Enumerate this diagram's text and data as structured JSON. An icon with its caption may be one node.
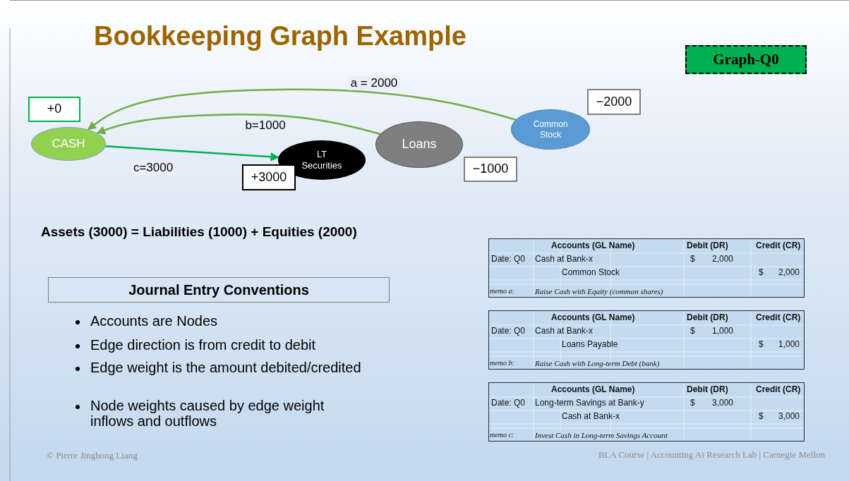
{
  "diagram": {
    "title": "Bookkeeping Graph Example",
    "nodes": [
      {
        "text": [
          "+0"
        ]
      },
      {
        "text": [
          "CASH"
        ]
      },
      {
        "text": [
          "LT Securities"
        ]
      },
      {
        "text": [
          "+3000"
        ]
      },
      {
        "text": [
          "Loans"
        ]
      },
      {
        "text": [
          "−1000"
        ]
      },
      {
        "text": [
          "Common Stock"
        ]
      },
      {
        "text": [
          "−2000"
        ]
      },
      {
        "text": [
          "Graph-Q0"
        ]
      },
      {
        "text": [
          "Journal Entry Conventions"
        ]
      }
    ],
    "edges": [
      {
        "from": 6,
        "to": 1,
        "arrow": "to",
        "label": "a = 2000"
      },
      {
        "from": 4,
        "to": 1,
        "arrow": "to",
        "label": "b=1000"
      },
      {
        "from": 1,
        "to": 2,
        "arrow": "to",
        "label": "c=3000",
        "color": "#00b050"
      }
    ],
    "labels": [
      "Assets (3000) = Liabilities (1000) + Equities (2000)",
      "Accounts are Nodes",
      "Edge direction is from credit to debit",
      "Edge weight is the amount debited/credited",
      "Node weights caused by edge weight inflows and outflows",
      "Accounts (GL Name)",
      "Debit (DR)",
      "Credit (CR)",
      "Date: Q0",
      "Cash at Bank-x",
      "$",
      "2,000",
      "Common Stock",
      "$",
      "2,000",
      "memo a:",
      "Raise Cash with Equity (common shares)",
      "Accounts (GL Name)",
      "Debit (DR)",
      "Credit (CR)",
      "Date: Q0",
      "Cash at Bank-x",
      "$",
      "1,000",
      "Loans Payable",
      "$",
      "1,000",
      "memo b:",
      "Raise Cash with Long-term Debt (bank)",
      "Accounts (GL Name)",
      "Debit (DR)",
      "Credit (CR)",
      "Date: Q0",
      "Long-term Savings at Bank-y",
      "$",
      "3,000",
      "Cash at Bank-x",
      "$",
      "3,000",
      "memo c:",
      "Invest Cash in Long-term Savings Account",
      "© Pierre Jinghong Liang",
      "BLA Course | Accounting Ai Research Lab | Carnegie Mellon"
    ]
  }
}
